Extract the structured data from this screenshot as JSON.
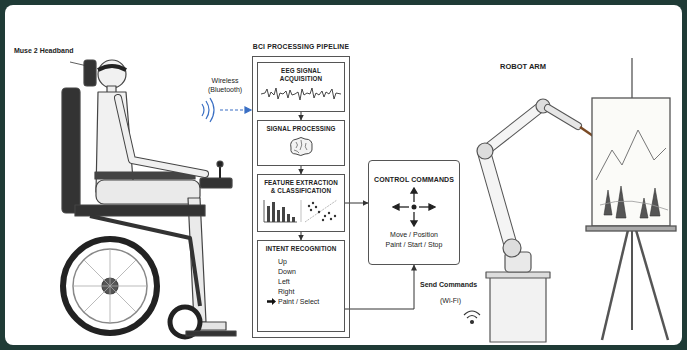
{
  "diagram": {
    "nodes": [
      {
        "text": [
          "BCI PROCESSING PIPELINE"
        ]
      },
      {
        "text": [
          "EEG SIGNAL ACQUISITION"
        ],
        "in": 0
      },
      {
        "text": [
          "SIGNAL PROCESSING"
        ],
        "in": 0
      },
      {
        "text": [
          "FEATURE EXTRACTION & CLASSIFICATION"
        ],
        "in": 0
      },
      {
        "text": [
          "INTENT RECOGNITION",
          "Up",
          "Down",
          "Left",
          "Right",
          "Paint / Select"
        ],
        "in": 0
      },
      {
        "text": [
          "CONTROL COMMANDS",
          "Move / Position",
          "Paint / Start / Stop"
        ]
      }
    ],
    "edges": [
      {
        "from": 1,
        "to": 2,
        "arrow": "to"
      },
      {
        "from": 2,
        "to": 3,
        "arrow": "to"
      },
      {
        "from": 3,
        "to": 4,
        "arrow": "to"
      },
      {
        "from": 3,
        "to": 5,
        "arrow": "to"
      },
      {
        "from": 4,
        "to": 5,
        "arrow": "to"
      }
    ],
    "labels": [
      "Muse 2 Headband",
      "Wireless (Bluetooth)",
      "ROBOT ARM",
      "Send Commands",
      "(Wi-Fi)"
    ]
  }
}
